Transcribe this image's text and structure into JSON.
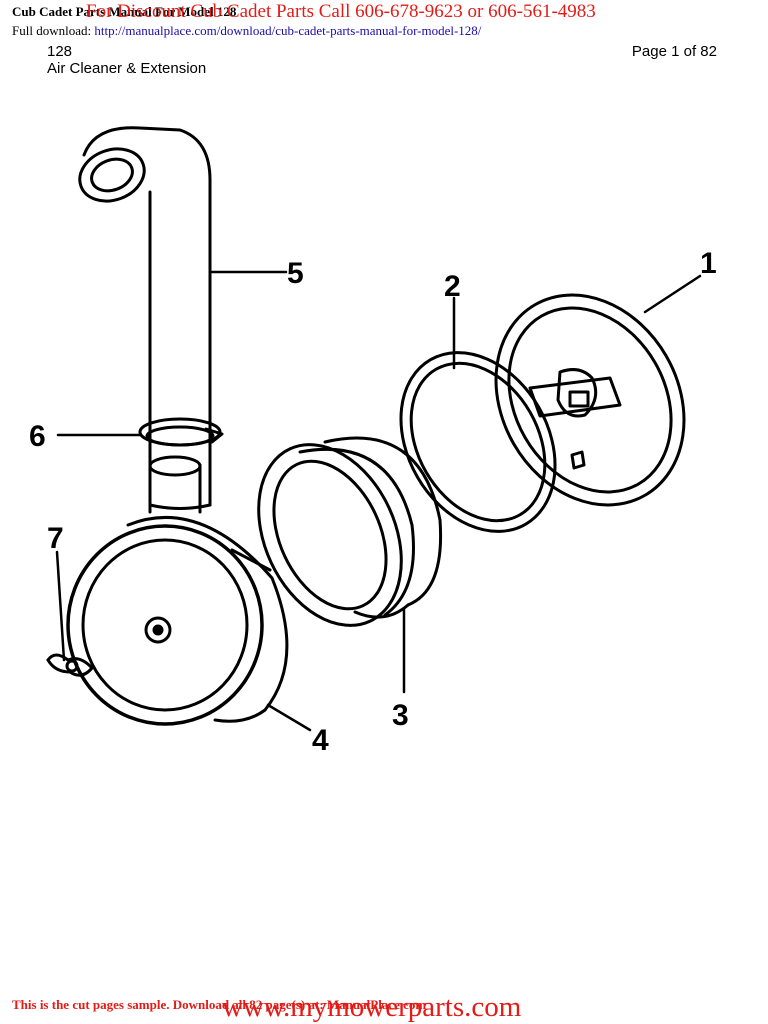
{
  "header": {
    "title": "Cub Cadet Parts Manual For Model 128",
    "promo": "For Discount Cub Cadet Parts Call 606-678-9623 or 606-561-4983",
    "download_label": "Full download:",
    "download_url": "http://manualplace.com/download/cub-cadet-parts-manual-for-model-128/"
  },
  "document": {
    "model": "128",
    "page_indicator": "Page 1 of 82",
    "section_title": "Air Cleaner & Extension"
  },
  "diagram": {
    "callouts": [
      "1",
      "2",
      "3",
      "4",
      "5",
      "6",
      "7"
    ]
  },
  "footer": {
    "sample_notice": "This is the cut pages sample. Download all 82 page(s) at: ManualPlace.com",
    "website": "www.mymowerparts.com"
  }
}
